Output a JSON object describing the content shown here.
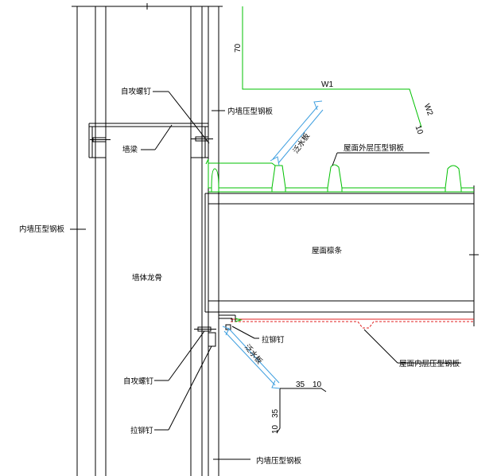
{
  "labels": {
    "self_tapping_screw_top": "自攻螺钉",
    "inner_wall_panel_top": "内墙压型钢板",
    "wall_girt": "墙梁",
    "flashing_top": "泛水板",
    "roof_outer_panel": "屋面外层压型钢板",
    "inner_wall_panel_left": "内墙压型钢板",
    "roof_purlin": "屋面檩条",
    "wall_stud": "墙体龙骨",
    "blind_rivet_right": "拉铆钉",
    "flashing_bottom": "泛水板",
    "roof_inner_panel": "屋面内层压型钢板",
    "self_tapping_screw_bottom": "自攻螺钉",
    "blind_rivet_bottom": "拉铆钉",
    "inner_wall_panel_bottom": "内墙压型钢板"
  },
  "dimensions": {
    "top_vertical": "70",
    "top_horizontal": "W1",
    "top_diagonal": "W2",
    "top_tip": "10",
    "bottom_horizontal": "35",
    "bottom_tip_h": "10",
    "bottom_vertical": "35",
    "bottom_tip_v": "10"
  },
  "colors": {
    "line": "#000000",
    "outer_panel": "#00c000",
    "inner_panel": "#e02020",
    "flashing": "#40a0e0"
  }
}
